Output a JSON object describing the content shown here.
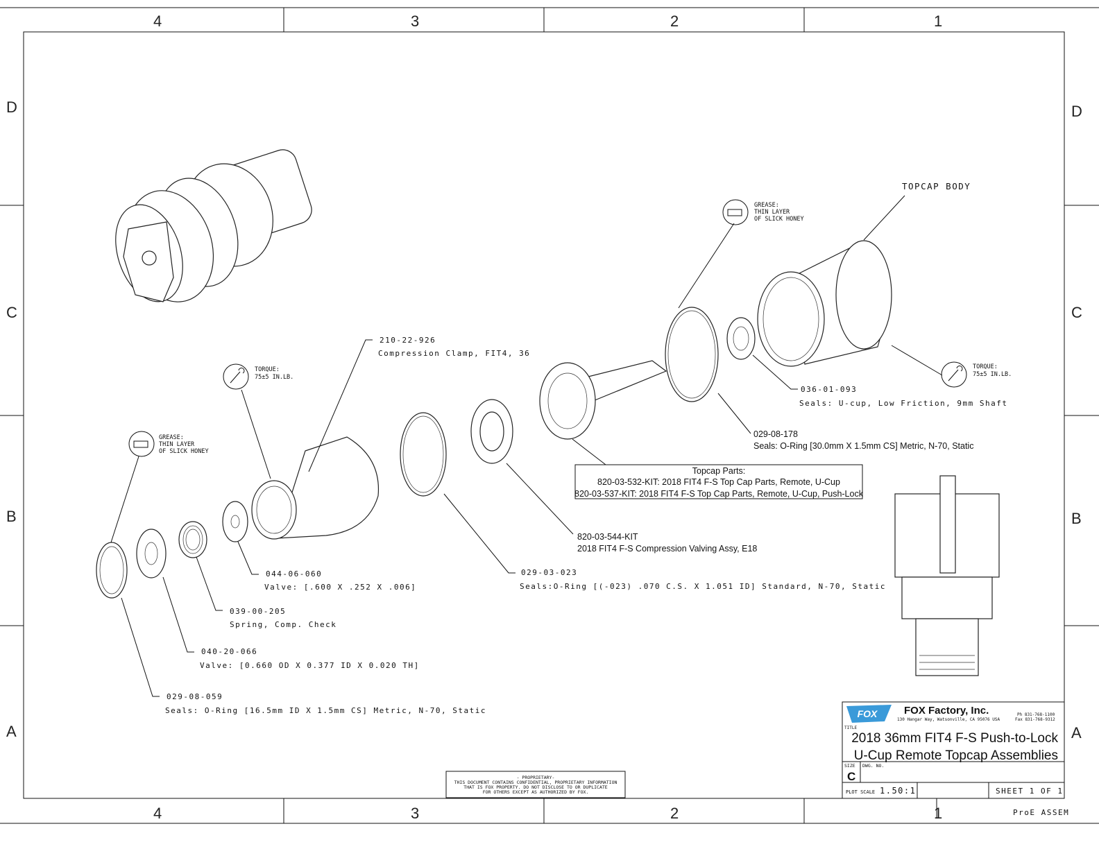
{
  "border": {
    "columns_top": [
      "4",
      "3",
      "2",
      "1"
    ],
    "columns_bottom": [
      "4",
      "3",
      "2",
      "1"
    ],
    "rows_left": [
      "D",
      "C",
      "B",
      "A"
    ],
    "rows_right": [
      "D",
      "C",
      "B",
      "A"
    ]
  },
  "callouts": [
    {
      "part_no": "210-22-926",
      "desc": "Compression Clamp, FIT4, 36"
    },
    {
      "part_no": "044-06-060",
      "desc": "Valve: [.600 X .252 X .006]"
    },
    {
      "part_no": "039-00-205",
      "desc": "Spring, Comp. Check"
    },
    {
      "part_no": "040-20-066",
      "desc": "Valve: [0.660 OD X 0.377 ID X 0.020 TH]"
    },
    {
      "part_no": "029-08-059",
      "desc": "Seals: O-Ring [16.5mm ID X 1.5mm CS] Metric, N-70, Static"
    },
    {
      "part_no": "029-03-023",
      "desc": "Seals:O-Ring [(-023) .070 C.S. X 1.051 ID] Standard, N-70, Static"
    },
    {
      "part_no": "820-03-544-KIT",
      "desc": "2018 FIT4 F-S Compression Valving Assy, E18"
    },
    {
      "part_no": "029-08-178",
      "desc": "Seals: O-Ring [30.0mm X 1.5mm CS] Metric, N-70, Static"
    },
    {
      "part_no": "036-01-093",
      "desc": "Seals: U-cup, Low Friction, 9mm Shaft"
    }
  ],
  "topcap_body_label": "TOPCAP BODY",
  "topcap_parts": {
    "heading": "Topcap Parts:",
    "lines": [
      "820-03-532-KIT: 2018 FIT4 F-S Top Cap Parts, Remote, U-Cup",
      "820-03-537-KIT: 2018 FIT4 F-S Top Cap Parts, Remote, U-Cup, Push-Lock"
    ]
  },
  "notes": {
    "grease": [
      "GREASE:",
      "THIN LAYER",
      "OF SLICK HONEY"
    ],
    "torque": [
      "TORQUE:",
      "75±5 IN.LB."
    ],
    "grease_icon_label": "GREASE"
  },
  "proprietary": [
    "- PROPRIETARY-",
    "THIS DOCUMENT CONTAINS CONFIDENTIAL, PROPRIETARY INFORMATION",
    "THAT IS FOX PROPERTY.  DO NOT DISCLOSE TO OR DUPLICATE",
    "FOR OTHERS EXCEPT AS AUTHORIZED BY FOX."
  ],
  "title_block": {
    "logo_text": "FOX",
    "logo_color": "#3a9ad9",
    "company": "FOX Factory, Inc.",
    "address": "130 Hangar Way, Watsonville, CA 95076 USA",
    "phone": "Ph 831-768-1100",
    "fax": "Fax 831-768-9312",
    "title_label": "TITLE",
    "title_line1": "2018 36mm FIT4 F-S Push-to-Lock",
    "title_line2": "U-Cup Remote Topcap Assemblies",
    "size_label": "SIZE",
    "size": "C",
    "dwg_no_label": "DWG. NO.",
    "plot_scale_label": "PLOT SCALE",
    "plot_scale": "1.50:1",
    "sheet": "SHEET 1 OF 1",
    "software": "ProE ASSEM"
  }
}
